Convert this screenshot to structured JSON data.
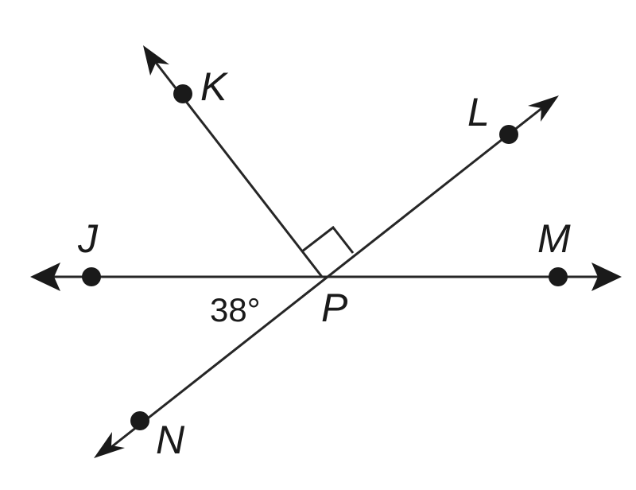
{
  "diagram": {
    "points": {
      "J": "J",
      "K": "K",
      "L": "L",
      "M": "M",
      "N": "N",
      "P": "P"
    },
    "angle_label": "38°",
    "colors": {
      "ink": "#1a1a1a",
      "background": "#ffffff"
    }
  }
}
